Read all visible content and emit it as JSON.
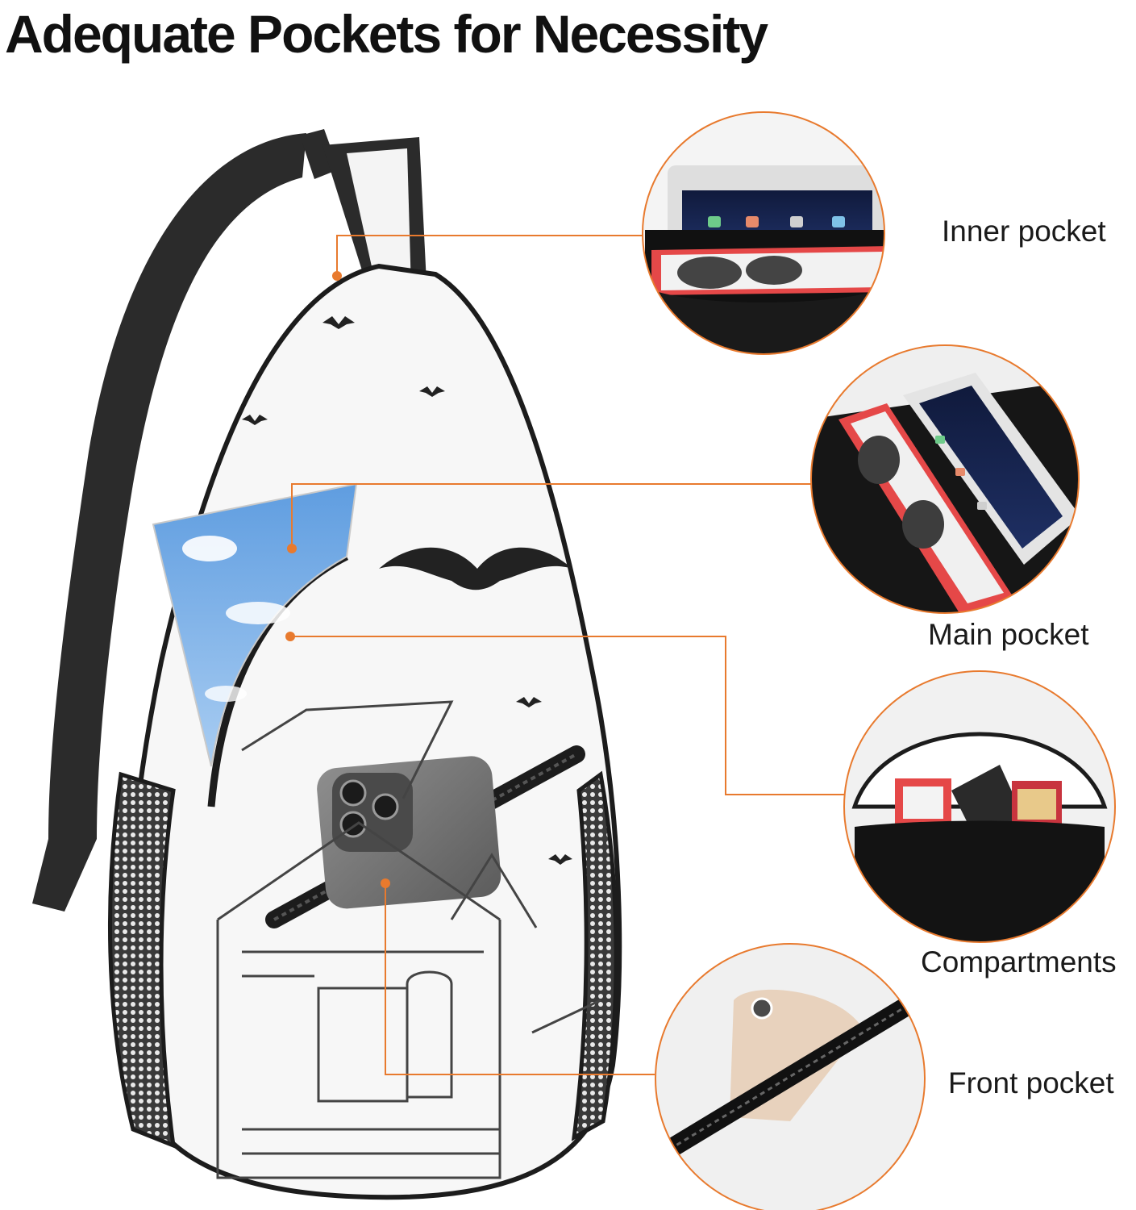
{
  "page": {
    "title": "Adequate Pockets for Necessity"
  },
  "callouts": [
    {
      "id": "inner",
      "label": "Inner pocket"
    },
    {
      "id": "main",
      "label": "Main pocket"
    },
    {
      "id": "compart",
      "label": "Compartments"
    },
    {
      "id": "front",
      "label": "Front pocket"
    }
  ],
  "colors": {
    "accent": "#e87a2e",
    "strap": "#2b2b2b",
    "bag": "#f7f7f7",
    "outline": "#1c1c1c"
  }
}
